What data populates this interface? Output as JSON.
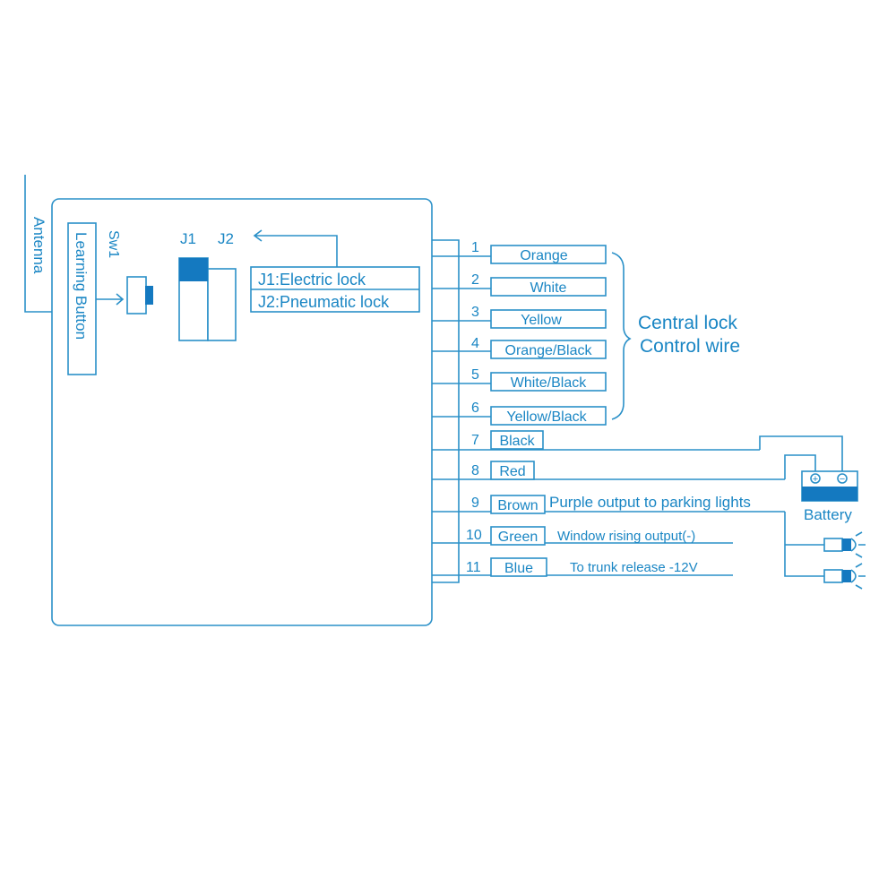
{
  "antenna_label": "Antenna",
  "learning_button_label": "Learning Button",
  "sw1_label": "Sw1",
  "j1_label": "J1",
  "j2_label": "J2",
  "j1_desc": "J1:Electric lock",
  "j2_desc": "J2:Pneumatic lock",
  "central_lock_line1": "Central lock",
  "central_lock_line2": "Control wire",
  "wires": [
    {
      "num": "1",
      "color": "Orange"
    },
    {
      "num": "2",
      "color": "White"
    },
    {
      "num": "3",
      "color": "Yellow"
    },
    {
      "num": "4",
      "color": "Orange/Black"
    },
    {
      "num": "5",
      "color": "White/Black"
    },
    {
      "num": "6",
      "color": "Yellow/Black"
    },
    {
      "num": "7",
      "color": "Black"
    },
    {
      "num": "8",
      "color": "Red"
    },
    {
      "num": "9",
      "color": "Brown"
    },
    {
      "num": "10",
      "color": "Green"
    },
    {
      "num": "11",
      "color": "Blue"
    }
  ],
  "output_9": "Purple output to parking lights",
  "output_10": "Window rising output(-)",
  "output_11": "To trunk release -12V",
  "battery_label": "Battery",
  "battery_plus": "+",
  "battery_minus": "−",
  "accent_color": "#2a90c8",
  "text_color": "#1a86c4",
  "fill_color": "#1479c0"
}
